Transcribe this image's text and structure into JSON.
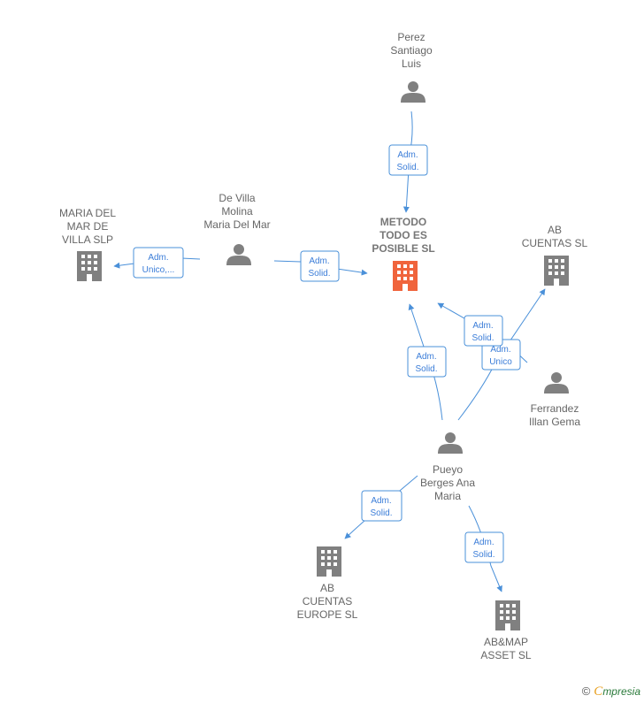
{
  "colors": {
    "edge": "#4a90d9",
    "node_gray": "#808080",
    "node_highlight": "#f0643c",
    "label_text": "#666666"
  },
  "nodes": [
    {
      "id": "perez",
      "kind": "person",
      "lines": [
        "Perez",
        "Santiago",
        "Luis"
      ]
    },
    {
      "id": "devilla",
      "kind": "person",
      "lines": [
        "De Villa",
        "Molina",
        "Maria Del Mar"
      ]
    },
    {
      "id": "mariadelmar",
      "kind": "company",
      "lines": [
        "MARIA DEL",
        "MAR DE",
        "VILLA  SLP"
      ]
    },
    {
      "id": "metodo",
      "kind": "company-main",
      "lines": [
        "METODO",
        "TODO ES",
        "POSIBLE  SL"
      ]
    },
    {
      "id": "abcuentas",
      "kind": "company",
      "lines": [
        "AB",
        "CUENTAS SL"
      ]
    },
    {
      "id": "ferrandez",
      "kind": "person",
      "lines": [
        "Ferrandez",
        "Illan Gema"
      ]
    },
    {
      "id": "pueyo",
      "kind": "person",
      "lines": [
        "Pueyo",
        "Berges Ana",
        "Maria"
      ]
    },
    {
      "id": "abeurope",
      "kind": "company",
      "lines": [
        "AB",
        "CUENTAS",
        "EUROPE SL"
      ]
    },
    {
      "id": "abmap",
      "kind": "company",
      "lines": [
        "AB&MAP",
        "ASSET  SL"
      ]
    }
  ],
  "relations": [
    {
      "id": "r1",
      "from": "perez",
      "to": "metodo",
      "lines": [
        "Adm.",
        "Solid."
      ]
    },
    {
      "id": "r2",
      "from": "devilla",
      "to": "metodo",
      "lines": [
        "Adm.",
        "Solid."
      ]
    },
    {
      "id": "r3",
      "from": "devilla",
      "to": "mariadelmar",
      "lines": [
        "Adm.",
        "Unico,..."
      ]
    },
    {
      "id": "r4",
      "from": "pueyo",
      "to": "metodo",
      "lines": [
        "Adm.",
        "Solid."
      ]
    },
    {
      "id": "r5",
      "from": "ferrandez",
      "to": "metodo",
      "lines": [
        "Adm.",
        "Solid."
      ]
    },
    {
      "id": "r6",
      "from": "pueyo",
      "to": "abcuentas",
      "lines": [
        "Adm.",
        "Unico"
      ]
    },
    {
      "id": "r7",
      "from": "pueyo",
      "to": "abeurope",
      "lines": [
        "Adm.",
        "Solid."
      ]
    },
    {
      "id": "r8",
      "from": "pueyo",
      "to": "abmap",
      "lines": [
        "Adm.",
        "Solid."
      ]
    }
  ],
  "footer": {
    "copyright": "©",
    "brand_first": "C",
    "brand_rest": "mpresia"
  }
}
